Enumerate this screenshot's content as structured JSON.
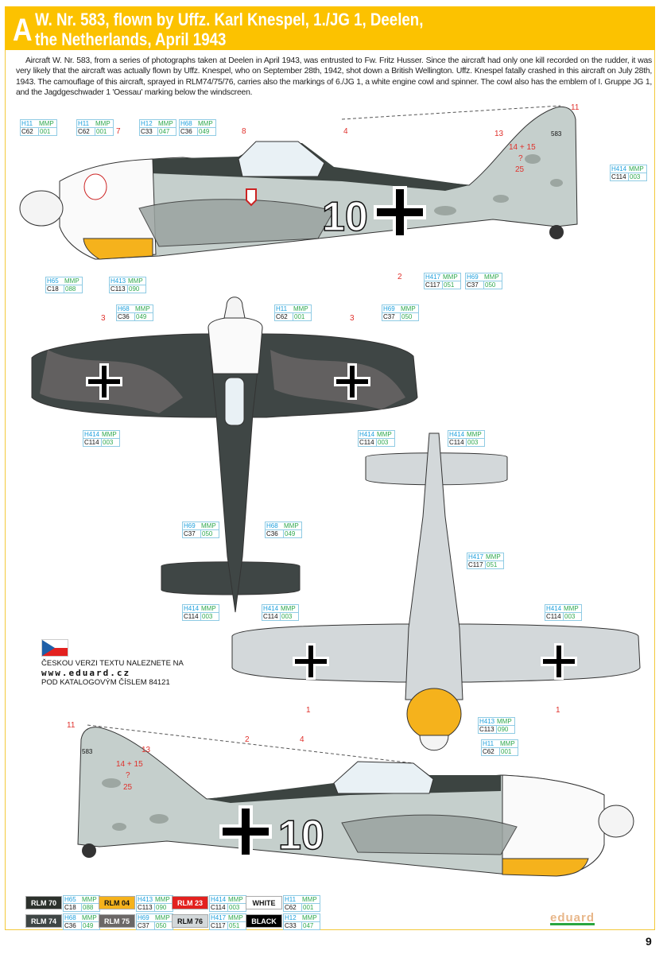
{
  "header": {
    "letter": "A",
    "title_line1": "W. Nr. 583, flown by Uffz. Karl Knespel, 1./JG 1, Deelen,",
    "title_line2": "the Netherlands, April 1943",
    "color": "#fcc200"
  },
  "intro": "Aircraft W. Nr. 583, from a series of photographs taken at Deelen in April 1943, was entrusted to Fw. Fritz Husser. Since the aircraft had only one kill recorded on the rudder, it was very likely that the aircraft was actually flown by Uffz. Knespel, who on September 28th, 1942, shot down a British Wellington. Uffz. Knespel fatally crashed in this aircraft on July 28th, 1943. The camouflage of this aircraft, sprayed in RLM74/75/76, carries also the markings of 6./JG 1, a white engine cowl and spinner. The cowl also has the emblem of I. Gruppe JG 1, and the Jagdgeschwader 1 'Oessau' marking below the windscreen.",
  "markings": {
    "fuselage_number": "10",
    "tail_number": "583"
  },
  "callouts": [
    {
      "h": "H11",
      "m": "MMP",
      "c": "C62",
      "n": "001"
    },
    {
      "h": "H11",
      "m": "MMP",
      "c": "C62",
      "n": "001"
    },
    {
      "h": "H12",
      "m": "MMP",
      "c": "C33",
      "n": "047"
    },
    {
      "h": "H68",
      "m": "MMP",
      "c": "C36",
      "n": "049"
    },
    {
      "h": "H414",
      "m": "MMP",
      "c": "C114",
      "n": "003"
    },
    {
      "h": "H65",
      "m": "MMP",
      "c": "C18",
      "n": "088"
    },
    {
      "h": "H413",
      "m": "MMP",
      "c": "C113",
      "n": "090"
    },
    {
      "h": "H417",
      "m": "MMP",
      "c": "C117",
      "n": "051"
    },
    {
      "h": "H69",
      "m": "MMP",
      "c": "C37",
      "n": "050"
    },
    {
      "h": "H68",
      "m": "MMP",
      "c": "C36",
      "n": "049"
    },
    {
      "h": "H11",
      "m": "MMP",
      "c": "C62",
      "n": "001"
    },
    {
      "h": "H69",
      "m": "MMP",
      "c": "C37",
      "n": "050"
    },
    {
      "h": "H414",
      "m": "MMP",
      "c": "C114",
      "n": "003"
    },
    {
      "h": "H414",
      "m": "MMP",
      "c": "C114",
      "n": "003"
    },
    {
      "h": "H414",
      "m": "MMP",
      "c": "C114",
      "n": "003"
    },
    {
      "h": "H69",
      "m": "MMP",
      "c": "C37",
      "n": "050"
    },
    {
      "h": "H68",
      "m": "MMP",
      "c": "C36",
      "n": "049"
    },
    {
      "h": "H414",
      "m": "MMP",
      "c": "C114",
      "n": "003"
    },
    {
      "h": "H414",
      "m": "MMP",
      "c": "C114",
      "n": "003"
    },
    {
      "h": "H417",
      "m": "MMP",
      "c": "C117",
      "n": "051"
    },
    {
      "h": "H414",
      "m": "MMP",
      "c": "C114",
      "n": "003"
    },
    {
      "h": "H413",
      "m": "MMP",
      "c": "C113",
      "n": "090"
    },
    {
      "h": "H11",
      "m": "MMP",
      "c": "C62",
      "n": "001"
    }
  ],
  "stencil_refs": [
    "7",
    "8",
    "4",
    "13",
    "11",
    "14 + 15",
    "?",
    "25",
    "2",
    "3",
    "3",
    "1",
    "1",
    "11",
    "13",
    "14 + 15",
    "?",
    "25",
    "2",
    "4"
  ],
  "czech_notice": {
    "line1": "ČESKOU VERZI TEXTU NALEZNETE NA",
    "url": "www.eduard.cz",
    "line3": "POD KATALOGOVÝM ČÍSLEM 84121"
  },
  "legend": [
    {
      "name": "RLM 70",
      "bg": "#2c312c",
      "fg": "#ffffff",
      "h": "H65",
      "m": "MMP",
      "c": "C18",
      "n": "088"
    },
    {
      "name": "RLM 04",
      "bg": "#f5b21c",
      "fg": "#111111",
      "h": "H413",
      "m": "MMP",
      "c": "C113",
      "n": "090"
    },
    {
      "name": "RLM 23",
      "bg": "#e3211f",
      "fg": "#ffffff",
      "h": "H414",
      "m": "MMP",
      "c": "C114",
      "n": "003"
    },
    {
      "name": "WHITE",
      "bg": "#ffffff",
      "fg": "#111111",
      "h": "H11",
      "m": "MMP",
      "c": "C62",
      "n": "001"
    },
    {
      "name": "RLM 74",
      "bg": "#3f4645",
      "fg": "#ffffff",
      "h": "H68",
      "m": "MMP",
      "c": "C36",
      "n": "049"
    },
    {
      "name": "RLM 75",
      "bg": "#6b6766",
      "fg": "#ffffff",
      "h": "H69",
      "m": "MMP",
      "c": "C37",
      "n": "050"
    },
    {
      "name": "RLM 76",
      "bg": "#d3d8da",
      "fg": "#111111",
      "h": "H417",
      "m": "MMP",
      "c": "C117",
      "n": "051"
    },
    {
      "name": "BLACK",
      "bg": "#000000",
      "fg": "#ffffff",
      "h": "H12",
      "m": "MMP",
      "c": "C33",
      "n": "047"
    }
  ],
  "logo": "eduard",
  "page_number": "9"
}
